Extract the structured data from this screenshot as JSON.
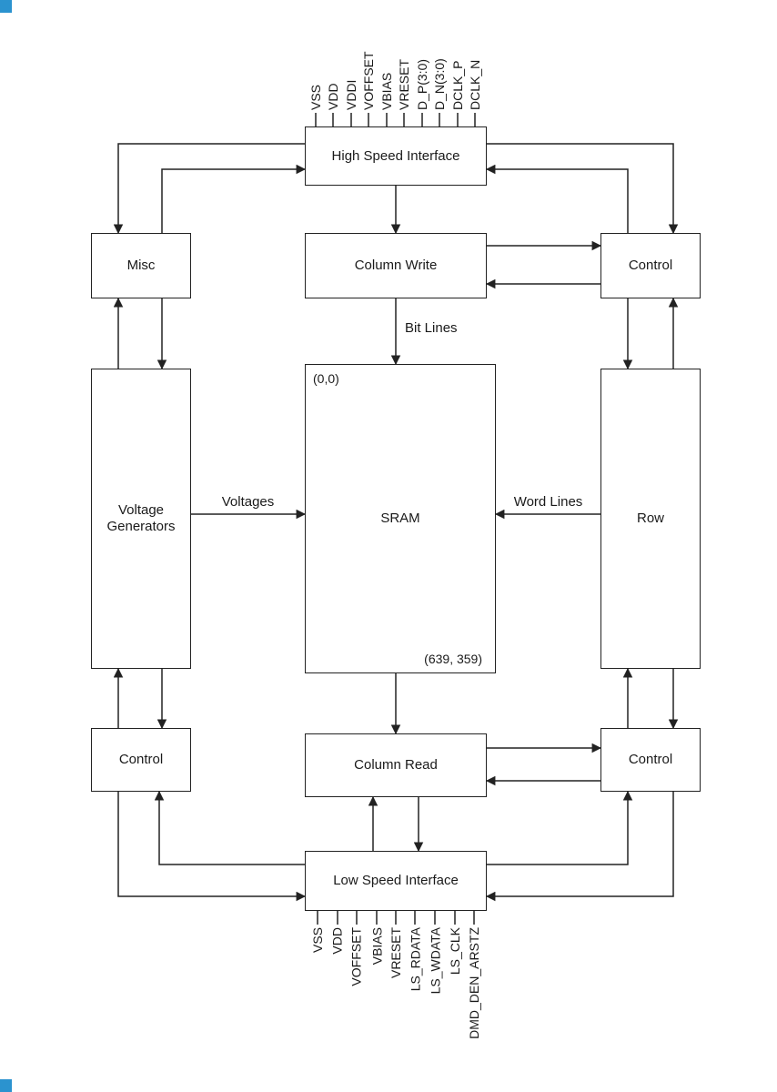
{
  "blocks": {
    "high_speed_interface": "High Speed Interface",
    "misc": "Misc",
    "column_write": "Column Write",
    "control_top_right": "Control",
    "sram": "SRAM",
    "sram_origin": "(0,0)",
    "sram_extent": "(639, 359)",
    "voltage_generators": "Voltage Generators",
    "row": "Row",
    "control_bottom_left": "Control",
    "column_read": "Column Read",
    "control_bottom_right": "Control",
    "low_speed_interface": "Low Speed Interface"
  },
  "bus_labels": {
    "bit_lines": "Bit Lines",
    "voltages": "Voltages",
    "word_lines": "Word Lines"
  },
  "pins": {
    "top": [
      "VSS",
      "VDD",
      "VDDI",
      "VOFFSET",
      "VBIAS",
      "VRESET",
      "D_P(3:0)",
      "D_N(3:0)",
      "DCLK_P",
      "DCLK_N"
    ],
    "bottom": [
      "VSS",
      "VDD",
      "VOFFSET",
      "VBIAS",
      "VRESET",
      "LS_RDATA",
      "LS_WDATA",
      "LS_CLK",
      "DMD_DEN_ARSTZ"
    ]
  },
  "colors": {
    "line": "#222222",
    "box_border": "#222222",
    "corner_marker": "#2b93cf",
    "background": "#ffffff"
  }
}
